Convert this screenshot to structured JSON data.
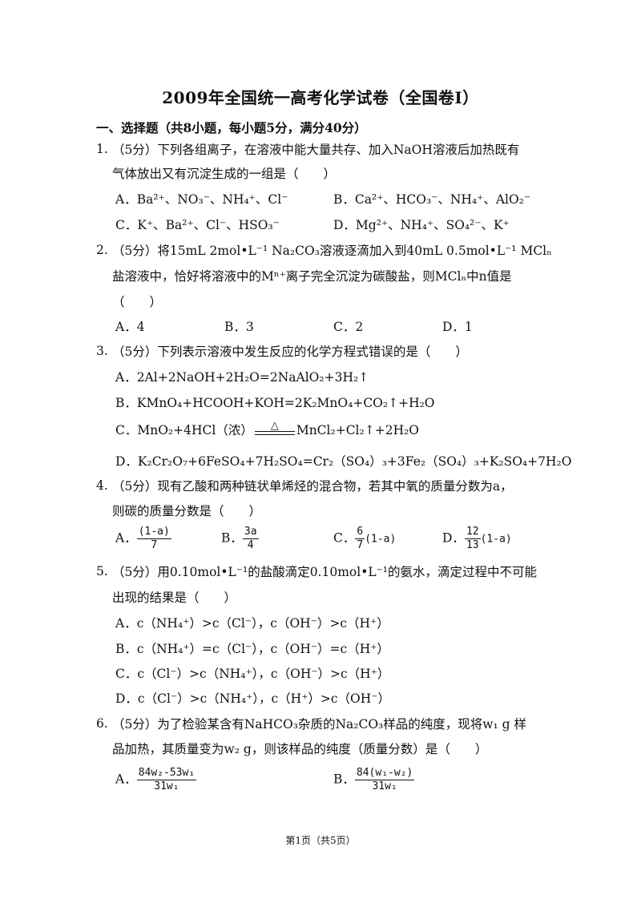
{
  "title": "2009年全国统一高考化学试卷（全国卷I）",
  "section": "一、选择题（共8小题，每小题5分，满分40分）",
  "q1": {
    "num": "1.",
    "line1": "（5分）下列各组离子，在溶液中能大量共存、加入NaOH溶液后加热既有",
    "line2": "气体放出又有沉淀生成的一组是（　　）",
    "A": "A．Ba²⁺、NO₃⁻、NH₄⁺、Cl⁻",
    "B": "B．Ca²⁺、HCO₃⁻、NH₄⁺、AlO₂⁻",
    "C": "C．K⁺、Ba²⁺、Cl⁻、HSO₃⁻",
    "D": "D．Mg²⁺、NH₄⁺、SO₄²⁻、K⁺"
  },
  "q2": {
    "num": "2.",
    "line1": "（5分）将15mL 2mol•L⁻¹ Na₂CO₃溶液逐滴加入到40mL 0.5mol•L⁻¹ MClₙ",
    "line2": "盐溶液中，恰好将溶液中的Mⁿ⁺离子完全沉淀为碳酸盐，则MClₙ中n值是",
    "line3": "（　　）",
    "A": "A．4",
    "B": "B．3",
    "C": "C．2",
    "D": "D．1"
  },
  "q3": {
    "num": "3.",
    "line1": "（5分）下列表示溶液中发生反应的化学方程式错误的是（　　）",
    "A": "A．2Al+2NaOH+2H₂O=2NaAlO₂+3H₂↑",
    "B": "B．KMnO₄+HCOOH+KOH=2K₂MnO₄+CO₂↑+H₂O",
    "C_left": "C．MnO₂+4HCl（浓）",
    "C_cond": "△",
    "C_right": "MnCl₂+Cl₂↑+2H₂O",
    "D": "D．K₂Cr₂O₇+6FeSO₄+7H₂SO₄=Cr₂（SO₄）₃+3Fe₂（SO₄）₃+K₂SO₄+7H₂O"
  },
  "q4": {
    "num": "4.",
    "line1": "（5分）现有乙酸和两种链状单烯烃的混合物，若其中氧的质量分数为a，",
    "line2": "则碳的质量分数是（　　）",
    "A_label": "A．",
    "A_num": "(1-a)",
    "A_den": "7",
    "B_label": "B．",
    "B_num": "3a",
    "B_den": "4",
    "C_label": "C．",
    "C_num": "6",
    "C_den": "7",
    "C_tail": "(1-a)",
    "D_label": "D．",
    "D_num": "12",
    "D_den": "13",
    "D_tail": "(1-a)"
  },
  "q5": {
    "num": "5.",
    "line1": "（5分）用0.10mol•L⁻¹的盐酸滴定0.10mol•L⁻¹的氨水，滴定过程中不可能",
    "line2": "出现的结果是（　　）",
    "A": "A．c（NH₄⁺）>c（Cl⁻），c（OH⁻）>c（H⁺）",
    "B": "B．c（NH₄⁺）=c（Cl⁻），c（OH⁻）=c（H⁺）",
    "C": "C．c（Cl⁻）>c（NH₄⁺），c（OH⁻）>c（H⁺）",
    "D": "D．c（Cl⁻）>c（NH₄⁺），c（H⁺）>c（OH⁻）"
  },
  "q6": {
    "num": "6.",
    "line1": "（5分）为了检验某含有NaHCO₃杂质的Na₂CO₃样品的纯度，现将w₁ g 样",
    "line2": "品加热，其质量变为w₂ g，则该样品的纯度（质量分数）是（　　）",
    "A_label": "A．",
    "A_num": "84w₂-53w₁",
    "A_den": "31w₁",
    "B_label": "B．",
    "B_num": "84(w₁-w₂)",
    "B_den": "31w₁"
  },
  "footer": "第1页（共5页）"
}
